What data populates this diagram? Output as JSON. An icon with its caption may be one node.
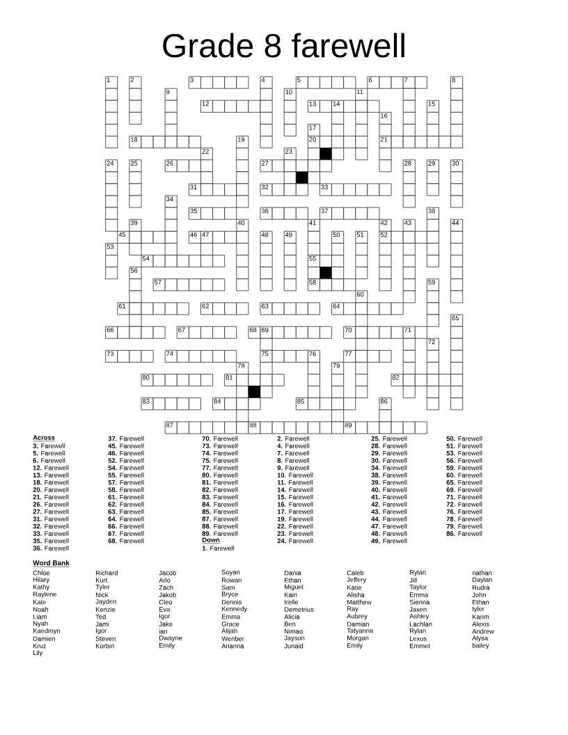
{
  "diagram": {
    "title": "Grade 8 farewell",
    "labels": [
      "1",
      "2",
      "3",
      "4",
      "5",
      "6",
      "7",
      "8",
      "9",
      "10",
      "11",
      "12",
      "13",
      "14",
      "15",
      "16",
      "17",
      "18",
      "19",
      "20",
      "21",
      "22",
      "23",
      "24",
      "25",
      "26",
      "27",
      "28",
      "29",
      "30",
      "31",
      "32",
      "33",
      "34",
      "35",
      "36",
      "37",
      "38",
      "39",
      "40",
      "41",
      "42",
      "43",
      "44",
      "45",
      "46",
      "47",
      "48",
      "49",
      "50",
      "51",
      "52",
      "53",
      "54",
      "55",
      "56",
      "57",
      "58",
      "59",
      "60",
      "61",
      "62",
      "63",
      "64",
      "65",
      "66",
      "67",
      "68",
      "69",
      "70",
      "71",
      "72",
      "73",
      "74",
      "75",
      "76",
      "77",
      "78",
      "79",
      "80",
      "81",
      "82",
      "83",
      "84",
      "85",
      "86",
      "87",
      "88",
      "89",
      "Across",
      "**3.** Farewell",
      "**5.** Farewell",
      "**6.** Farewell",
      "**12.** Farewell",
      "**13.** Farewell",
      "**18.** Farewell",
      "**20.** Farewell",
      "**21.** Farewell",
      "**26.** Farewell",
      "**27.** Farewell",
      "**31.** Farewell",
      "**32.** Farewell",
      "**33.** Farewell",
      "**35.** Farewell",
      "**36.** Farewell",
      "**37.** Farewell",
      "**45.** Farewell",
      "**46.** Farewell",
      "**52.** Farewell",
      "**54.** Farewell",
      "**55.** Farewell",
      "**57.** Farewell",
      "**58.** Farewell",
      "**61.** Farewell",
      "**62.** Farewell",
      "**63.** Farewell",
      "**64.** Farewell",
      "**66.** Farewell",
      "**67.** Farewell",
      "**68.** Farewell",
      "**70.** Farewell",
      "**73.** Farewell",
      "**74.** Farewell",
      "**75.** Farewell",
      "**77.** Farewell",
      "**80.** Farewell",
      "**81.** Farewell",
      "**82.** Farewell",
      "**83.** Farewell",
      "**84.** Farewell",
      "**85.** Farewell",
      "**87.** Farewell",
      "**88.** Farewell",
      "**89.** Farewell",
      "Down",
      "**1.** Farewell",
      "**2.** Farewell",
      "**4.** Farewell",
      "**7.** Farewell",
      "**8.** Farewell",
      "**9.** Farewell",
      "**10.** Farewell",
      "**11.** Farewell",
      "**14.** Farewell",
      "**15.** Farewell",
      "**16.** Farewell",
      "**17.** Farewell",
      "**19.** Farewell",
      "**22.** Farewell",
      "**23.** Farewell",
      "**24.** Farewell",
      "**25.** Farewell",
      "**28.** Farewell",
      "**29.** Farewell",
      "**30.** Farewell",
      "**34.** Farewell",
      "**38.** Farewell",
      "**39.** Farewell",
      "**40.** Farewell",
      "**41.** Farewell",
      "**42.** Farewell",
      "**43.** Farewell",
      "**44.** Farewell",
      "**47.** Farewell",
      "**48.** Farewell",
      "**49.** Farewell",
      "**50.** Farewell",
      "**51.** Farewell",
      "**53.** Farewell",
      "**56.** Farewell",
      "**59.** Farewell",
      "**60.** Farewell",
      "**65.** Farewell",
      "**69.** Farewell",
      "**71.** Farewell",
      "**72.** Farewell",
      "**76.** Farewell",
      "**78.** Farewell",
      "**79.** Farewell",
      "**86.** Farewell",
      "Word Bank",
      "Chloe",
      "Richard",
      "Jacob",
      "Soyan",
      "Dania",
      "Caleb",
      "Rylan",
      "nathan",
      "Hilary",
      "Kurt",
      "Arlo",
      "Rowan",
      "Ethan",
      "Jeffery",
      "Jill",
      "Daylan",
      "Kathy",
      "Tyler",
      "Zach",
      "Sam",
      "Miguel",
      "Katie",
      "Taylor",
      "Rudra",
      "Raylene",
      "Nick",
      "Jakob",
      "Bryce",
      "Kairi",
      "Alisha",
      "Emma",
      "John",
      "Kate",
      "Jayden",
      "Cleo",
      "Dennis",
      "Irelle",
      "Matthew",
      "Sienna",
      "Ethan",
      "Noah",
      "Kenzie",
      "Eva",
      "Kennedy",
      "Demetrius",
      "Ray",
      "Jaxen",
      "tyler",
      "Liam",
      "Ted",
      "Igor",
      "Emma",
      "Alicia",
      "Aubrey",
      "Ashley",
      "Karim",
      "Nyah",
      "Jami",
      "Jake",
      "Grace",
      "Ben",
      "Damian",
      "Lachlan",
      "Alexis",
      "Kaedmyn",
      "Igor",
      "ian",
      "Alijah",
      "Nimao",
      "Tatyanna",
      "Rylan",
      "Andrew",
      "Damien",
      "Steven",
      "Dwayne",
      "Wenber",
      "Jayson",
      "Morgan",
      "Lexus",
      "Alysa",
      "Kruz",
      "Korbin",
      "Emily",
      "Arianna",
      "Junaid",
      "Emily",
      "Emmet",
      "bailey",
      "Lily"
    ]
  }
}
